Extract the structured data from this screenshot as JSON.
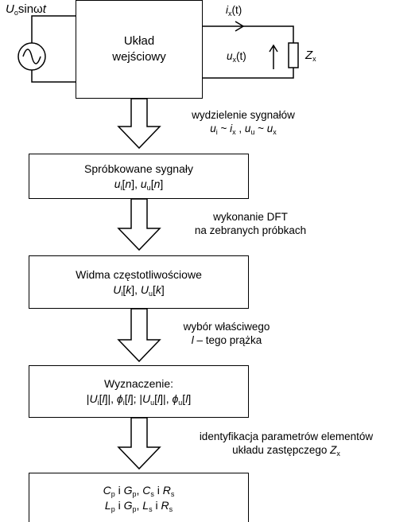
{
  "source": {
    "amp": "U",
    "amp_sub": "o",
    "fn": "sin",
    "omega": "ω",
    "t": "t"
  },
  "input_block": {
    "line1": "Układ",
    "line2": "wejściowy"
  },
  "current": {
    "sym": "i",
    "sub": "x",
    "arg": "(t)"
  },
  "voltage": {
    "sym": "u",
    "sub": "x",
    "arg": "(t)"
  },
  "impedance": {
    "sym": "Z",
    "sub": "x"
  },
  "step1": {
    "label": "wydzielenie sygnałów",
    "f1": "u",
    "f1s": "i",
    "tilde1": " ~ ",
    "f2": "i",
    "f2s": "x",
    "sep": " , ",
    "f3": "u",
    "f3s": "u",
    "tilde2": " ~ ",
    "f4": "u",
    "f4s": "x"
  },
  "box1": {
    "title": "Spróbkowane sygnały",
    "a": "u",
    "as": "i",
    "ab": "[",
    "an": "n",
    "ae": "], ",
    "b": "u",
    "bs": "u",
    "bb": "[",
    "bn": "n",
    "be": "]"
  },
  "step2": {
    "line1": "wykonanie DFT",
    "line2": "na zebranych próbkach"
  },
  "box2": {
    "title": "Widma częstotliwościowe",
    "a": "U",
    "as": "i",
    "ab": "[",
    "ak": "k",
    "ae": "], ",
    "b": "U",
    "bs": "u",
    "bb": "[",
    "bk": "k",
    "be": "]"
  },
  "step3": {
    "line1": "wybór właściwego",
    "l": "l",
    "rest": " – tego prążka"
  },
  "box3": {
    "title": "Wyznaczenie:",
    "p1": "|",
    "U1": "U",
    "U1s": "i",
    "o1": "[",
    "l1": "l",
    "c1": "]|, ",
    "phi1": "ϕ",
    "phi1s": "i",
    "o2": "[",
    "l2": "l",
    "c2": "]; ",
    "p2": "|",
    "U2": "U",
    "U2s": "u",
    "o3": "[",
    "l3": "l",
    "c3": "]|, ",
    "phi2": "ϕ",
    "phi2s": "u",
    "o4": "[",
    "l4": "l",
    "c4": "]"
  },
  "step4": {
    "line1": "identyfikacja  parametrów elementów",
    "line2pre": "układu zastępczego ",
    "Z": "Z",
    "Zs": "x"
  },
  "box4": {
    "C1": "C",
    "C1s": "p",
    "and1": " i ",
    "G1": "G",
    "G1s": "p",
    "comma1": ", ",
    "C2": "C",
    "C2s": "s",
    "and2": " i ",
    "R1": "R",
    "R1s": "s",
    "L1": "L",
    "L1s": "p",
    "and3": " i ",
    "G2": "G",
    "G2s": "p",
    "comma2": ",  ",
    "L2": "L",
    "L2s": "s",
    "and4": " i ",
    "R2": "R",
    "R2s": "s"
  }
}
